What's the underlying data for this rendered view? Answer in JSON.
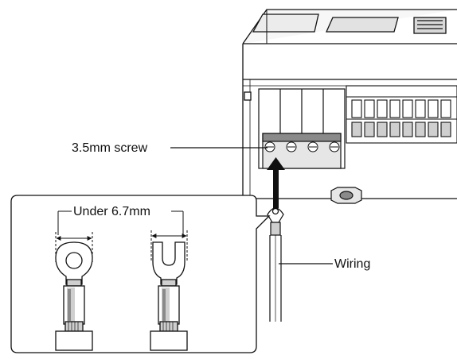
{
  "labels": {
    "screw": "3.5mm screw",
    "width": "Under 6.7mm",
    "wiring": "Wiring"
  },
  "colors": {
    "line": "#111111",
    "shade_light": "#e6e6e6",
    "shade_mid": "#cfcfcf",
    "shade_dark": "#8a8a8a",
    "background": "#ffffff"
  }
}
